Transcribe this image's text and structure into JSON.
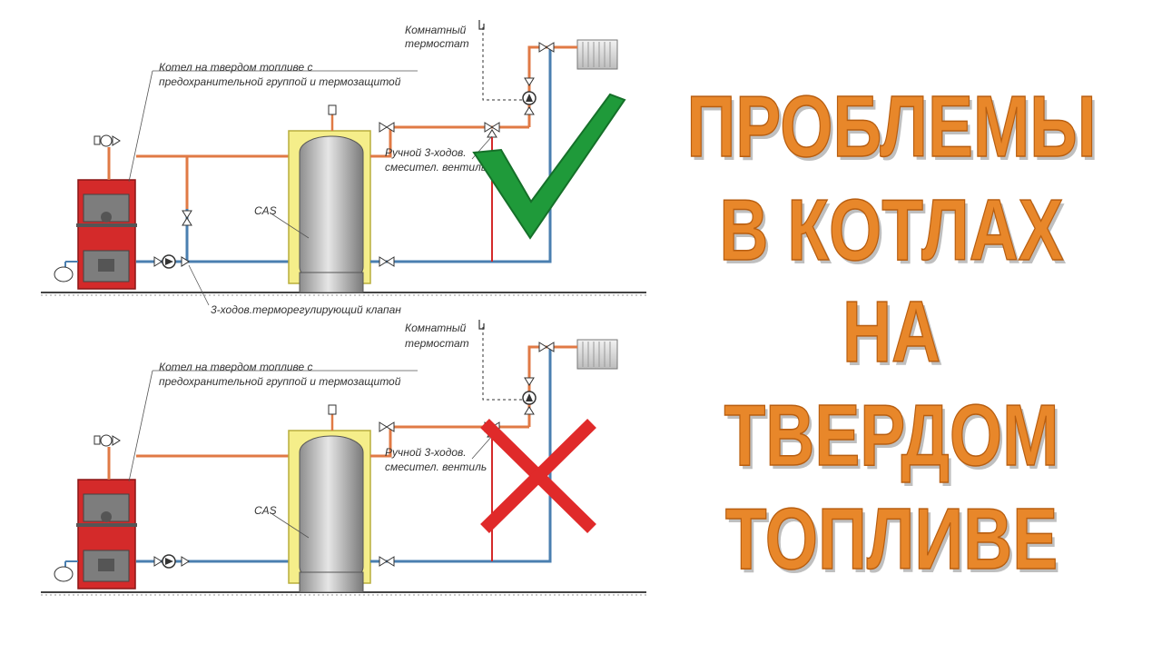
{
  "title": {
    "lines": [
      "ПРОБЛЕМЫ",
      "В КОТЛАХ",
      "НА",
      "ТВЕРДОМ",
      "ТОПЛИВЕ"
    ],
    "color": "#e8872a"
  },
  "colors": {
    "hot_pipe": "#e07a45",
    "cold_pipe": "#4a7fb0",
    "boiler": "#d42a2a",
    "tank_insulation": "#f5ee8a",
    "check": "#1f9a3a",
    "cross": "#e02a2a"
  },
  "diagrams": [
    {
      "verdict": "correct",
      "verdict_icon": "check-icon",
      "labels": {
        "thermostat_1": "Комнатный",
        "thermostat_2": "термостат",
        "boiler_1": "Котел на твердом топливе с",
        "boiler_2": "предохранительной группой и термозащитой",
        "valve_1": "Ручной 3-ходов.",
        "valve_2": "смесител. вентиль",
        "tank": "CAS",
        "thermo_valve": "3-ходов.терморегулирующий клапан"
      }
    },
    {
      "verdict": "wrong",
      "verdict_icon": "cross-icon",
      "labels": {
        "thermostat_1": "Комнатный",
        "thermostat_2": "термостат",
        "boiler_1": "Котел на твердом топливе с",
        "boiler_2": "предохранительной группой и термозащитой",
        "valve_1": "Ручной 3-ходов.",
        "valve_2": "смесител. вентиль",
        "tank": "CAS"
      }
    }
  ]
}
